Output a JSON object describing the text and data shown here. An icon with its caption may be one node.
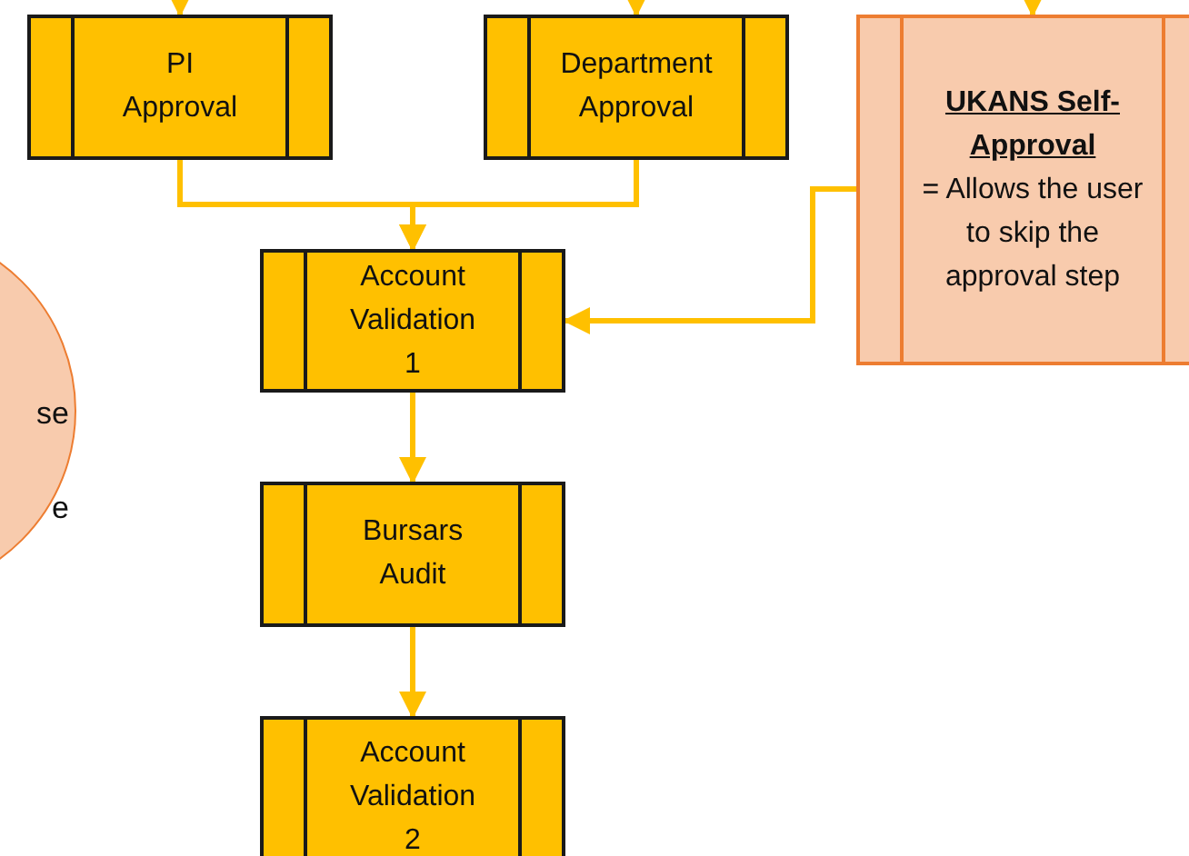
{
  "diagram": {
    "nodes": [
      {
        "text": [
          "se",
          "e"
        ]
      },
      {
        "text": [
          "PI Approval"
        ]
      },
      {
        "text": [
          "Department Approval"
        ]
      },
      {
        "text": [
          "UKANS Self-Approval",
          "= Allows the user to skip the approval step"
        ]
      },
      {
        "text": [
          "Account Validation 1"
        ]
      },
      {
        "text": [
          "Bursars Audit"
        ]
      },
      {
        "text": [
          "Account Validation 2"
        ]
      }
    ],
    "edges": [
      {
        "from": null,
        "to": 1,
        "arrow": "to"
      },
      {
        "from": null,
        "to": 2,
        "arrow": "to"
      },
      {
        "from": null,
        "to": 3,
        "arrow": "to"
      },
      {
        "from": 1,
        "to": 4,
        "arrow": "to"
      },
      {
        "from": 2,
        "to": 4,
        "arrow": "to"
      },
      {
        "from": 3,
        "to": 4,
        "arrow": "to"
      },
      {
        "from": 4,
        "to": 5,
        "arrow": "to"
      },
      {
        "from": 5,
        "to": 6,
        "arrow": "to"
      }
    ]
  }
}
